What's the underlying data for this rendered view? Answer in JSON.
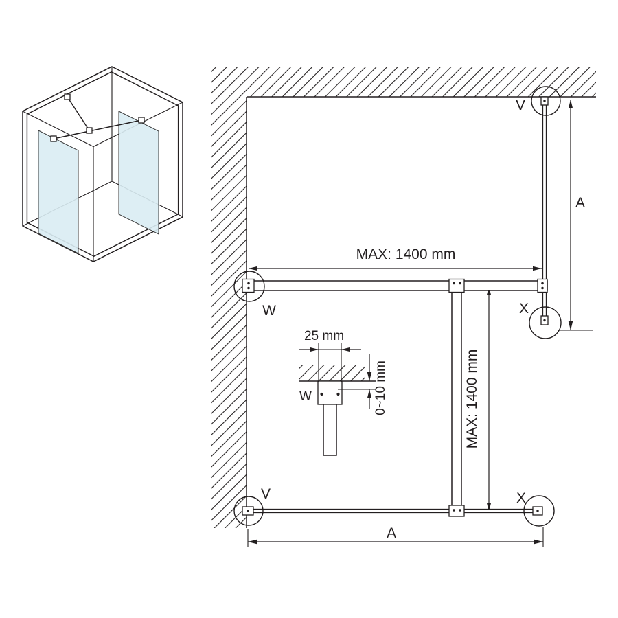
{
  "colors": {
    "line": "#231f20",
    "glass": "#d9ecf3",
    "bg": "#ffffff"
  },
  "plan": {
    "dim_width_label": "MAX: 1400 mm",
    "dim_depth_label": "MAX: 1400 mm",
    "dim_a_right_label": "A",
    "dim_a_bottom_label": "A",
    "marker_v_top": "V",
    "marker_x_right": "X",
    "marker_w_wall": "W",
    "marker_v_bottom": "V",
    "marker_x_bottom": "X"
  },
  "detail": {
    "dim_width_label": "25 mm",
    "dim_gap_label": "0~10 mm",
    "marker_w_label": "W"
  }
}
